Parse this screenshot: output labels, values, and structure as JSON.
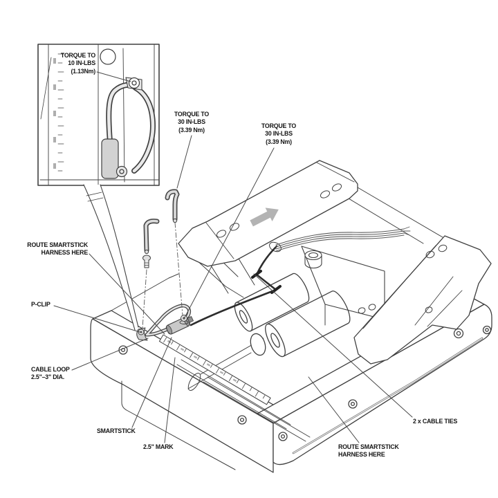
{
  "figure": {
    "type": "technical-assembly-diagram",
    "subject": "Seat lift frame — SmartStick harness routing and torque instructions"
  },
  "colors": {
    "line": "#3f3f3f",
    "label_text": "#151515",
    "part_gray": "#c9c9c9",
    "arrow_gray": "#b3b3b3",
    "cable_dark": "#2d2d2d",
    "background": "#ffffff"
  },
  "callouts": {
    "torque_10": {
      "lines": [
        "TORQUE TO",
        "10 IN-LBS",
        "(1.13Nm)"
      ]
    },
    "torque_30_a": {
      "lines": [
        "TORQUE TO",
        "30 IN-LBS",
        "(3.39 Nm)"
      ]
    },
    "torque_30_b": {
      "lines": [
        "TORQUE TO",
        "30 IN-LBS",
        "(3.39 Nm)"
      ]
    },
    "route_harness_left": {
      "lines": [
        "ROUTE SMARTSTICK",
        "HARNESS HERE"
      ]
    },
    "p_clip": {
      "lines": [
        "P-CLIP"
      ]
    },
    "cable_loop": {
      "lines": [
        "CABLE LOOP",
        "2.5\"–3\" DIA."
      ]
    },
    "smartstick": {
      "lines": [
        "SMARTSTICK"
      ]
    },
    "mark_2_5": {
      "lines": [
        "2.5\" MARK"
      ]
    },
    "route_harness_right": {
      "lines": [
        "ROUTE SMARTSTICK",
        "HARNESS HERE"
      ]
    },
    "cable_ties": {
      "lines": [
        "2 x CABLE TIES"
      ]
    }
  }
}
